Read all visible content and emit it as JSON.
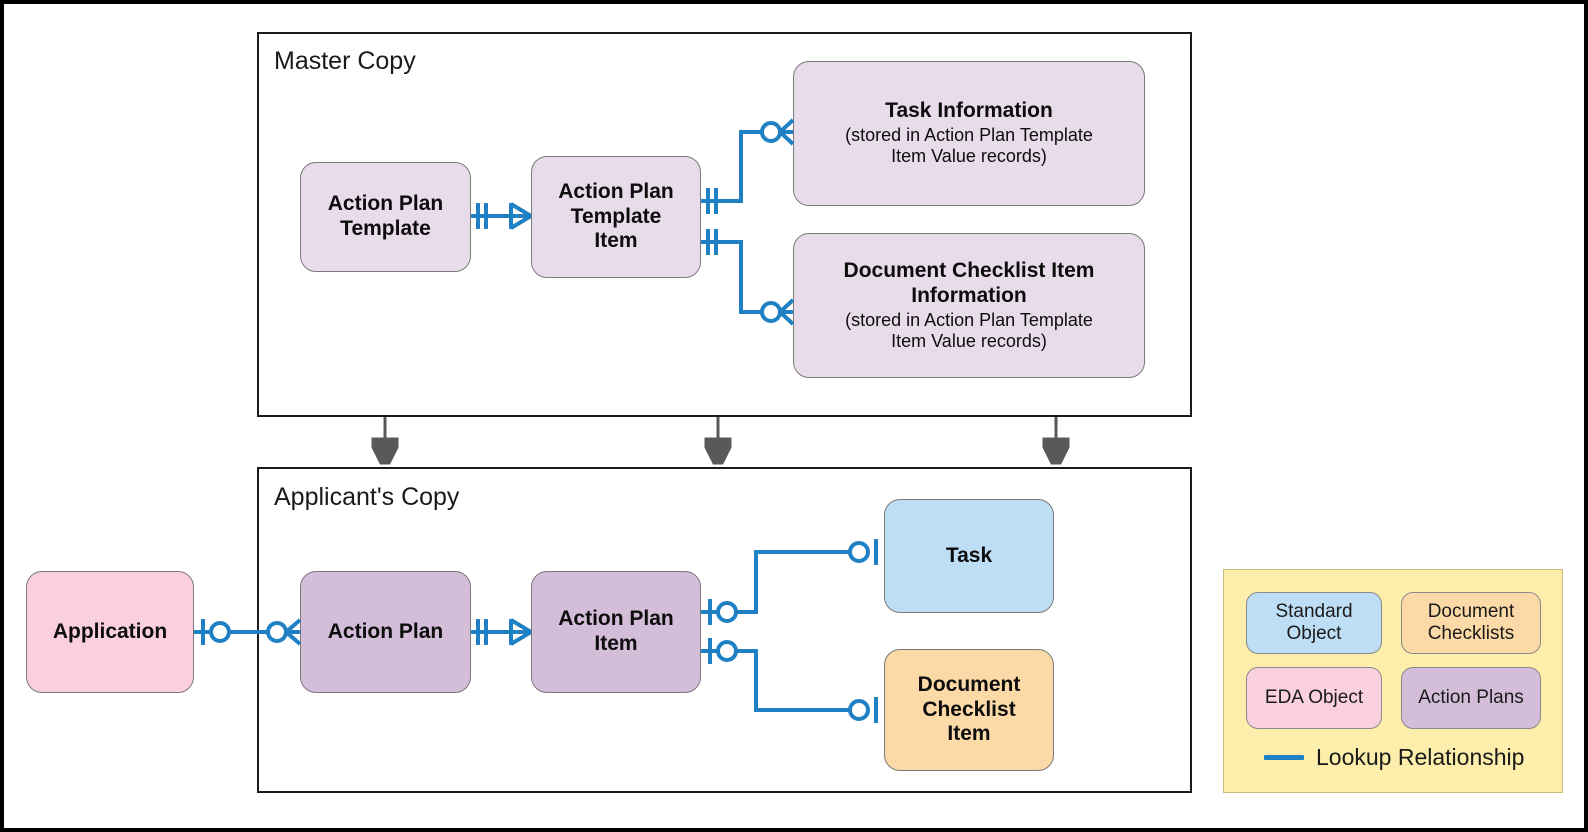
{
  "diagram": {
    "title_colors": {
      "connector": "#1f80c4",
      "action_plans_light": "#e9dcea",
      "action_plans_dark": "#d3bdd9",
      "standard_object": "#bddef5",
      "document_checklists": "#fcdaa8",
      "eda_object": "#fad0de",
      "legend_background": "#fdeeab",
      "frame_border": "#1a1a1a"
    },
    "sections": [
      {
        "id": "master",
        "title": "Master Copy"
      },
      {
        "id": "applicant",
        "title": "Applicant's Copy"
      }
    ],
    "entities": {
      "action_plan_template": {
        "title": "Action Plan\nTemplate",
        "subtitle": ""
      },
      "action_plan_template_item": {
        "title": "Action Plan\nTemplate\nItem",
        "subtitle": ""
      },
      "task_information": {
        "title": "Task Information",
        "subtitle": "(stored in Action Plan Template\nItem Value records)"
      },
      "document_checklist_item_information": {
        "title": "Document Checklist  Item\nInformation",
        "subtitle": "(stored in Action Plan Template\nItem Value records)"
      },
      "application": {
        "title": "Application",
        "subtitle": ""
      },
      "action_plan": {
        "title": "Action Plan",
        "subtitle": ""
      },
      "action_plan_item": {
        "title": "Action Plan\nItem",
        "subtitle": ""
      },
      "task": {
        "title": "Task",
        "subtitle": ""
      },
      "document_checklist_item": {
        "title": "Document\nChecklist\nItem",
        "subtitle": ""
      }
    },
    "legend": {
      "chips": [
        {
          "id": "standard-object",
          "label": "Standard\nObject"
        },
        {
          "id": "document-checklists",
          "label": "Document\nChecklists"
        },
        {
          "id": "eda-object",
          "label": "EDA Object"
        },
        {
          "id": "action-plans",
          "label": "Action Plans"
        }
      ],
      "line_label": "Lookup Relationship"
    }
  }
}
